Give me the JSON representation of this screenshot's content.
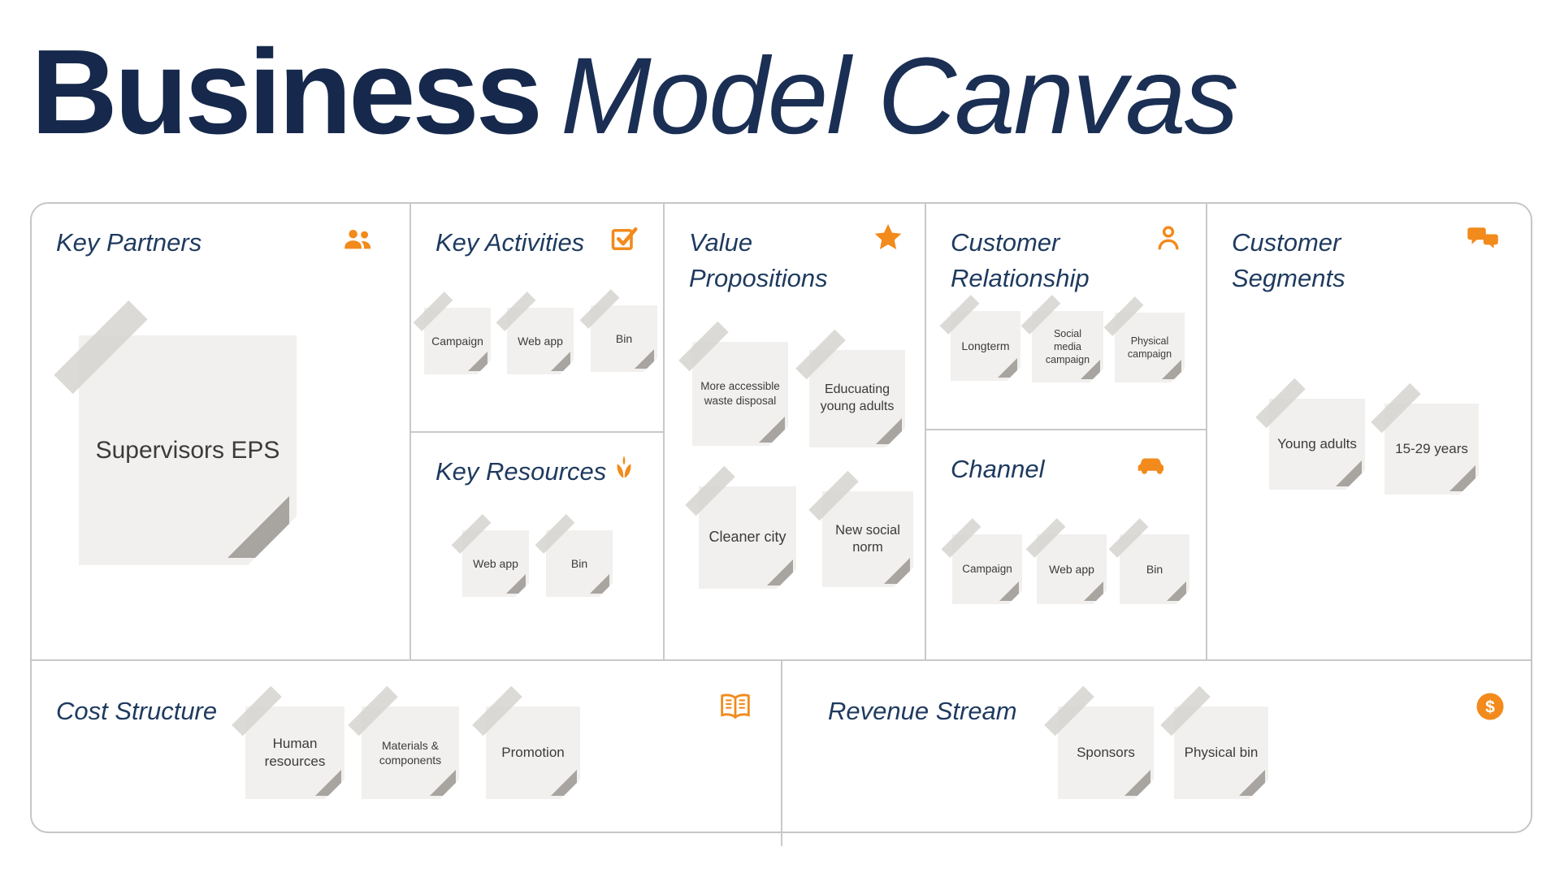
{
  "title": {
    "word_bold": "Business",
    "word_light": "Model Canvas"
  },
  "colors": {
    "accent_orange": "#F28A1C",
    "heading_navy": "#16294C",
    "section_title_navy": "#1E3A5F",
    "note_bg": "#F2F0EE",
    "border_gray": "#C6C6C6"
  },
  "sections": {
    "key_partners": {
      "title": "Key Partners",
      "icon": "people-icon",
      "notes": [
        "Supervisors EPS"
      ]
    },
    "key_activities": {
      "title": "Key Activities",
      "icon": "checkbox-icon",
      "notes": [
        "Campaign",
        "Web app",
        "Bin"
      ]
    },
    "key_resources": {
      "title": "Key Resources",
      "icon": "plant-icon",
      "notes": [
        "Web app",
        "Bin"
      ]
    },
    "value_propositions": {
      "title": "Value Propositions",
      "icon": "star-icon",
      "notes": [
        "More accessible waste disposal",
        "Educuating young adults",
        "Cleaner city",
        "New social norm"
      ]
    },
    "customer_relationship": {
      "title": "Customer Relationship",
      "icon": "person-icon",
      "notes": [
        "Longterm",
        "Social media campaign",
        "Physical campaign"
      ]
    },
    "channel": {
      "title": "Channel",
      "icon": "car-icon",
      "notes": [
        "Campaign",
        "Web app",
        "Bin"
      ]
    },
    "customer_segments": {
      "title": "Customer Segments",
      "icon": "chat-bubbles-icon",
      "notes": [
        "Young adults",
        "15-29 years"
      ]
    },
    "cost_structure": {
      "title": "Cost Structure",
      "icon": "book-icon",
      "notes": [
        "Human resources",
        "Materials & components",
        "Promotion"
      ]
    },
    "revenue_stream": {
      "title": "Revenue Stream",
      "icon": "dollar-icon",
      "notes": [
        "Sponsors",
        "Physical bin"
      ]
    }
  }
}
